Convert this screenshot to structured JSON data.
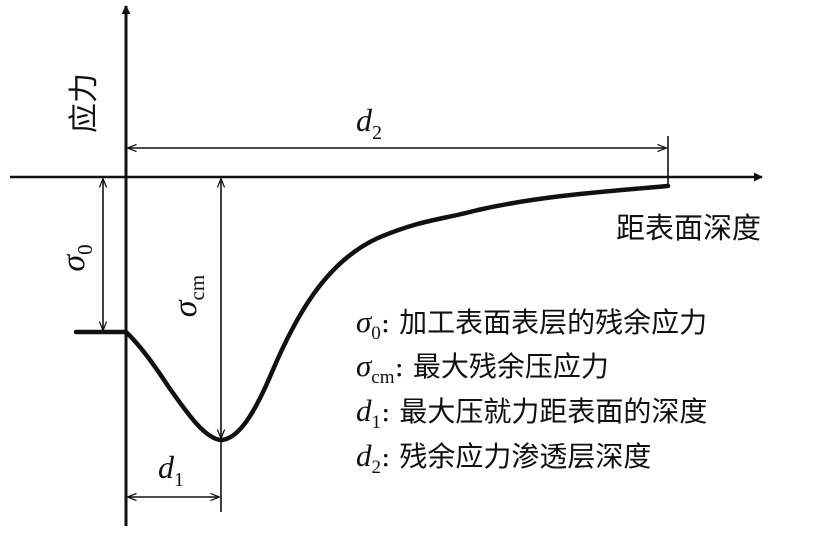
{
  "y_axis_label": "应力",
  "x_axis_label": "距表面深度",
  "symbols": {
    "sigma": "σ",
    "d": "d",
    "sub_0": "0",
    "sub_cm": "cm",
    "sub_1": "1",
    "sub_2": "2"
  },
  "legend": {
    "items": [
      {
        "sym": "σ",
        "sub": "0",
        "text": ": 加工表面表层的残余应力"
      },
      {
        "sym": "σ",
        "sub": "cm",
        "text": ": 最大残余压应力"
      },
      {
        "sym": "d",
        "sub": "1",
        "text": ": 最大压就力距表面的深度"
      },
      {
        "sym": "d",
        "sub": "2",
        "text": ": 残余应力渗透层深度"
      }
    ]
  },
  "colors": {
    "ink": "#111111",
    "background": "#ffffff"
  }
}
